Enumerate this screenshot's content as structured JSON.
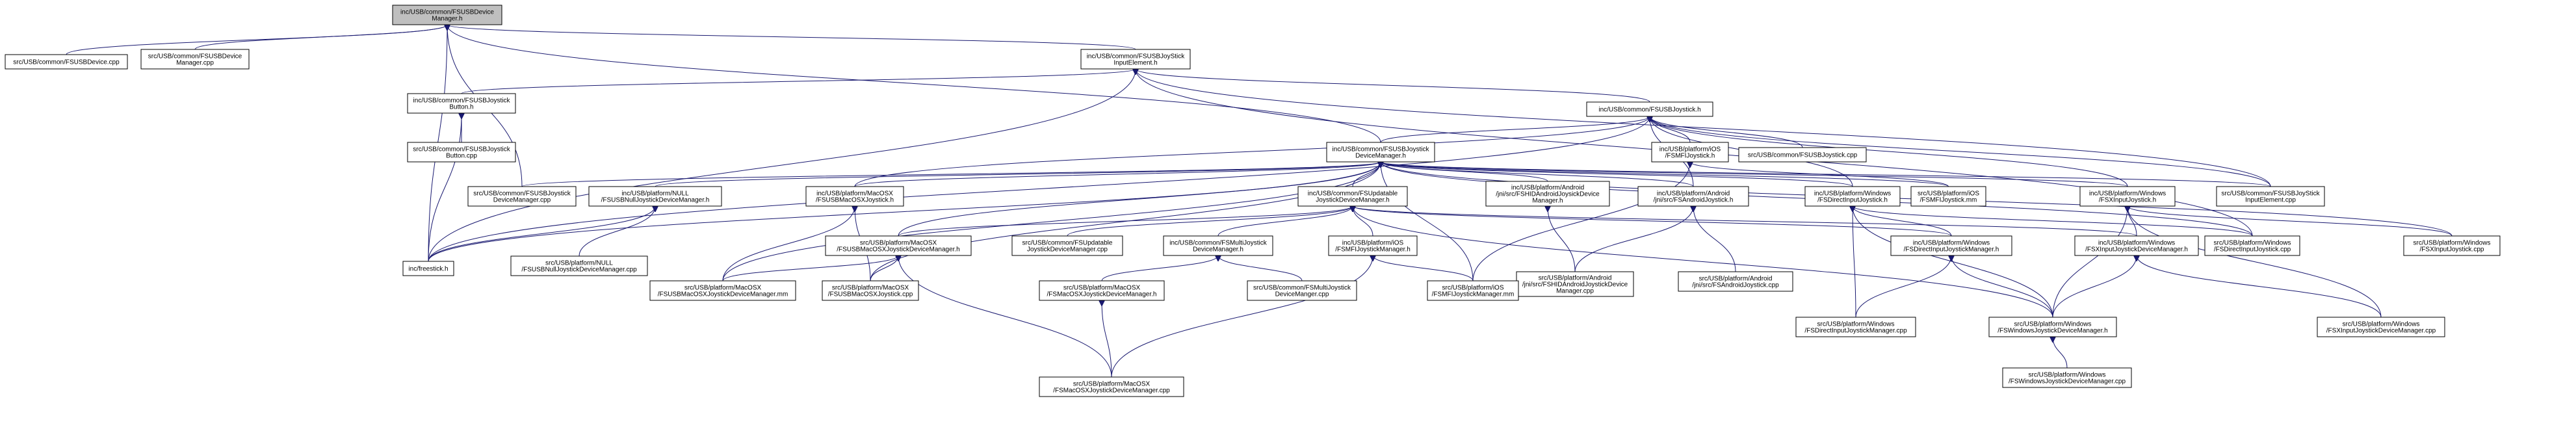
{
  "colors": {
    "background": "#ffffff",
    "node_fill": "#ffffff",
    "root_fill": "#bfbfbf",
    "border": "#000000",
    "edge": "#191970",
    "text": "#000000"
  },
  "graph": {
    "nodes": [
      {
        "id": "n0",
        "label": [
          "inc/USB/common/FSUSBDevice",
          "Manager.h"
        ],
        "root": true
      },
      {
        "id": "n1",
        "label": [
          "src/USB/common/FSUSBDevice.cpp"
        ]
      },
      {
        "id": "n2",
        "label": [
          "src/USB/common/FSUSBDevice",
          "Manager.cpp"
        ]
      },
      {
        "id": "n3",
        "label": [
          "inc/USB/common/FSUSBJoyStick",
          "InputElement.h"
        ]
      },
      {
        "id": "n4",
        "label": [
          "inc/USB/common/FSUSBJoystick",
          "Button.h"
        ]
      },
      {
        "id": "n5",
        "label": [
          "inc/USB/common/FSUSBJoystick.h"
        ]
      },
      {
        "id": "n6",
        "label": [
          "src/USB/common/FSUSBJoystick",
          "Button.cpp"
        ]
      },
      {
        "id": "n7",
        "label": [
          "inc/USB/common/FSUSBJoystick",
          "DeviceManager.h"
        ]
      },
      {
        "id": "n8",
        "label": [
          "inc/USB/platform/iOS",
          "/FSMFIJoystick.h"
        ]
      },
      {
        "id": "n9",
        "label": [
          "src/USB/common/FSUSBJoystick.cpp"
        ]
      },
      {
        "id": "n10",
        "label": [
          "src/USB/common/FSUSBJoystick",
          "DeviceManager.cpp"
        ]
      },
      {
        "id": "n11",
        "label": [
          "inc/USB/platform/NULL",
          "/FSUSBNullJoystickDeviceManager.h"
        ]
      },
      {
        "id": "n12",
        "label": [
          "inc/USB/platform/MacOSX",
          "/FSUSBMacOSXJoystick.h"
        ]
      },
      {
        "id": "n13",
        "label": [
          "inc/USB/common/FSUpdatable",
          "JoystickDeviceManager.h"
        ]
      },
      {
        "id": "n14",
        "label": [
          "inc/USB/platform/Android",
          "/jni/src/FSHIDAndroidJoysickDevice",
          "Manager.h"
        ]
      },
      {
        "id": "n15",
        "label": [
          "inc/USB/platform/Android",
          "/jni/src/FSAndroidJoystick.h"
        ]
      },
      {
        "id": "n16",
        "label": [
          "inc/USB/platform/Windows",
          "/FSDirectInputJoystick.h"
        ]
      },
      {
        "id": "n17",
        "label": [
          "src/USB/platform/iOS",
          "/FSMFIJoystick.mm"
        ]
      },
      {
        "id": "n18",
        "label": [
          "inc/USB/platform/Windows",
          "/FSXInputJoystick.h"
        ]
      },
      {
        "id": "n19",
        "label": [
          "src/USB/common/FSUSBJoyStick",
          "InputElement.cpp"
        ]
      },
      {
        "id": "n20",
        "label": [
          "inc/freestick.h"
        ]
      },
      {
        "id": "n21",
        "label": [
          "src/USB/platform/NULL",
          "/FSUSBNullJoystickDeviceManager.cpp"
        ]
      },
      {
        "id": "n22",
        "label": [
          "src/USB/platform/MacOSX",
          "/FSUSBMacOSXJoystickDeviceManager.h"
        ]
      },
      {
        "id": "n23",
        "label": [
          "src/USB/common/FSUpdatable",
          "JoystickDeviceManager.cpp"
        ]
      },
      {
        "id": "n24",
        "label": [
          "inc/USB/common/FSMultiJoystick",
          "DeviceManager.h"
        ]
      },
      {
        "id": "n25",
        "label": [
          "inc/USB/platform/iOS",
          "/FSMFIJoystickManager.h"
        ]
      },
      {
        "id": "n26",
        "label": [
          "src/USB/platform/Android",
          "/jni/src/FSHIDAndroidJoystickDevice",
          "Manager.cpp"
        ]
      },
      {
        "id": "n27",
        "label": [
          "src/USB/platform/Android",
          "/jni/src/FSAndroidJoystick.cpp"
        ]
      },
      {
        "id": "n28",
        "label": [
          "inc/USB/platform/Windows",
          "/FSDirectInputJoystickManager.h"
        ]
      },
      {
        "id": "n29",
        "label": [
          "inc/USB/platform/Windows",
          "/FSXInputJoystickDeviceManager.h"
        ]
      },
      {
        "id": "n30",
        "label": [
          "src/USB/platform/Windows",
          "/FSDirectInputJoystick.cpp"
        ]
      },
      {
        "id": "n31",
        "label": [
          "src/USB/platform/Windows",
          "/FSXInputJoystick.cpp"
        ]
      },
      {
        "id": "n32",
        "label": [
          "src/USB/platform/MacOSX",
          "/FSUSBMacOSXJoystickDeviceManager.mm"
        ]
      },
      {
        "id": "n33",
        "label": [
          "src/USB/platform/MacOSX",
          "/FSUSBMacOSXJoystick.cpp"
        ]
      },
      {
        "id": "n34",
        "label": [
          "src/USB/platform/MacOSX",
          "/FSMacOSXJoystickDeviceManager.h"
        ]
      },
      {
        "id": "n35",
        "label": [
          "src/USB/common/FSMultiJoystick",
          "DeviceManger.cpp"
        ]
      },
      {
        "id": "n36",
        "label": [
          "src/USB/platform/iOS",
          "/FSMFIJoystickManager.mm"
        ]
      },
      {
        "id": "n37",
        "label": [
          "src/USB/platform/Windows",
          "/FSDirectInputJoystickManager.cpp"
        ]
      },
      {
        "id": "n38",
        "label": [
          "src/USB/platform/Windows",
          "/FSWindowsJoystickDeviceManager.h"
        ]
      },
      {
        "id": "n39",
        "label": [
          "src/USB/platform/Windows",
          "/FSXInputJoystickDeviceManager.cpp"
        ]
      },
      {
        "id": "n40",
        "label": [
          "src/USB/platform/MacOSX",
          "/FSMacOSXJoystickDeviceManager.cpp"
        ]
      },
      {
        "id": "n41",
        "label": [
          "src/USB/platform/Windows",
          "/FSWindowsJoystickDeviceManager.cpp"
        ]
      }
    ],
    "edges": [
      [
        "n0",
        "n1"
      ],
      [
        "n0",
        "n2"
      ],
      [
        "n0",
        "n3"
      ],
      [
        "n0",
        "n7"
      ],
      [
        "n0",
        "n10"
      ],
      [
        "n0",
        "n20"
      ],
      [
        "n3",
        "n4"
      ],
      [
        "n3",
        "n5"
      ],
      [
        "n3",
        "n19"
      ],
      [
        "n3",
        "n20"
      ],
      [
        "n3",
        "n30"
      ],
      [
        "n4",
        "n6"
      ],
      [
        "n4",
        "n20"
      ],
      [
        "n5",
        "n7"
      ],
      [
        "n5",
        "n8"
      ],
      [
        "n5",
        "n9"
      ],
      [
        "n5",
        "n12"
      ],
      [
        "n5",
        "n15"
      ],
      [
        "n5",
        "n16"
      ],
      [
        "n5",
        "n18"
      ],
      [
        "n5",
        "n19"
      ],
      [
        "n5",
        "n20"
      ],
      [
        "n7",
        "n10"
      ],
      [
        "n7",
        "n11"
      ],
      [
        "n7",
        "n12"
      ],
      [
        "n7",
        "n13"
      ],
      [
        "n7",
        "n14"
      ],
      [
        "n7",
        "n15"
      ],
      [
        "n7",
        "n16"
      ],
      [
        "n7",
        "n17"
      ],
      [
        "n7",
        "n18"
      ],
      [
        "n7",
        "n19"
      ],
      [
        "n7",
        "n20"
      ],
      [
        "n7",
        "n22"
      ],
      [
        "n7",
        "n30"
      ],
      [
        "n7",
        "n31"
      ],
      [
        "n7",
        "n32"
      ],
      [
        "n7",
        "n33"
      ],
      [
        "n7",
        "n36"
      ],
      [
        "n8",
        "n17"
      ],
      [
        "n8",
        "n36"
      ],
      [
        "n11",
        "n20"
      ],
      [
        "n11",
        "n21"
      ],
      [
        "n12",
        "n32"
      ],
      [
        "n12",
        "n33"
      ],
      [
        "n13",
        "n22"
      ],
      [
        "n13",
        "n23"
      ],
      [
        "n13",
        "n24"
      ],
      [
        "n13",
        "n25"
      ],
      [
        "n13",
        "n28"
      ],
      [
        "n13",
        "n29"
      ],
      [
        "n13",
        "n38"
      ],
      [
        "n14",
        "n26"
      ],
      [
        "n15",
        "n26"
      ],
      [
        "n15",
        "n27"
      ],
      [
        "n16",
        "n28"
      ],
      [
        "n16",
        "n30"
      ],
      [
        "n16",
        "n37"
      ],
      [
        "n16",
        "n38"
      ],
      [
        "n18",
        "n29"
      ],
      [
        "n18",
        "n31"
      ],
      [
        "n18",
        "n38"
      ],
      [
        "n18",
        "n39"
      ],
      [
        "n22",
        "n32"
      ],
      [
        "n22",
        "n33"
      ],
      [
        "n22",
        "n40"
      ],
      [
        "n24",
        "n34"
      ],
      [
        "n24",
        "n35"
      ],
      [
        "n25",
        "n36"
      ],
      [
        "n25",
        "n40"
      ],
      [
        "n28",
        "n37"
      ],
      [
        "n28",
        "n38"
      ],
      [
        "n29",
        "n38"
      ],
      [
        "n29",
        "n39"
      ],
      [
        "n34",
        "n40"
      ],
      [
        "n38",
        "n41"
      ]
    ]
  }
}
